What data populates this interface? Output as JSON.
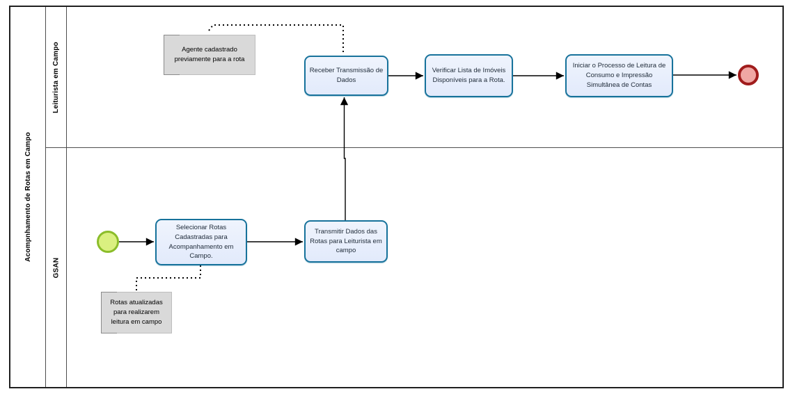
{
  "diagram": {
    "pool_label": "Acompnhamento de Rotas em Campo",
    "lanes": [
      {
        "label": "Leiturista em Campo"
      },
      {
        "label": "GSAN"
      }
    ]
  },
  "tasks": [
    {
      "id": "receber",
      "label": "Receber Transmissão de Dados"
    },
    {
      "id": "verificar",
      "label": "Verificar Lista de Imóveis Disponíveis para a Rota."
    },
    {
      "id": "iniciar",
      "label": "Iniciar o Processo de Leitura de Consumo e Impressão Simultânea de Contas"
    },
    {
      "id": "selecionar",
      "label": "Selecionar Rotas Cadastradas para Acompanhamento em Campo."
    },
    {
      "id": "transmitir",
      "label": "Transmitir Dados das Rotas para Leiturista em campo"
    }
  ],
  "annotations": [
    {
      "label": "Agente cadastrado previamente para a rota"
    },
    {
      "label": "Rotas atualizadas para realizarem leitura em campo"
    }
  ],
  "events": [
    {
      "name": "start-event",
      "type": "start"
    },
    {
      "name": "end-event",
      "type": "end"
    }
  ],
  "colors": {
    "pool-border": "#1f1f1f",
    "lane-line": "#4d4d4d",
    "task-border": "#17729b",
    "task-fill-top": "#eff4fd",
    "task-fill-bottom": "#e2eafb",
    "task-text": "#1e2a38",
    "start-border": "#8bbd2a",
    "start-fill": "#daf080",
    "end-border": "#a01c1c",
    "end-fill": "#f0a7a4",
    "annotation-fill": "#d9d9d9",
    "annotation-border": "#8a8a8a",
    "connector": "#000000"
  }
}
